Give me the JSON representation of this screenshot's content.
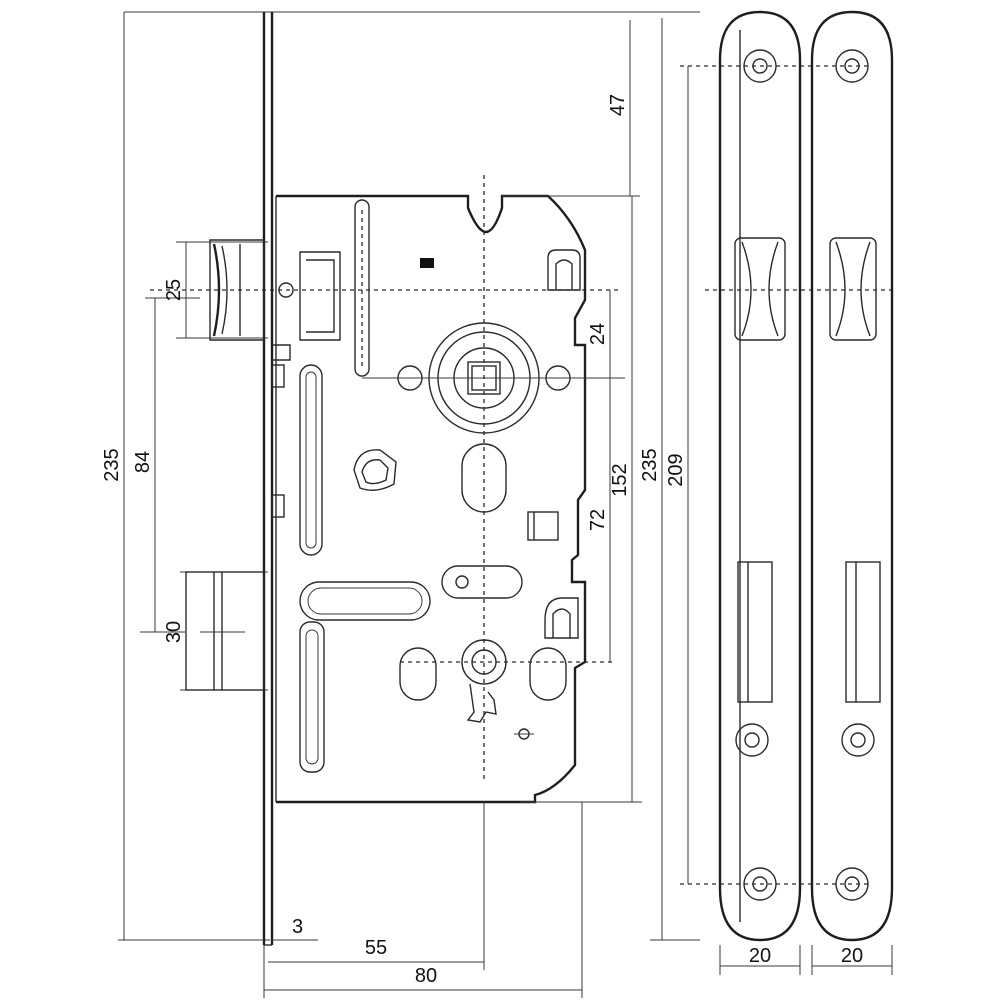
{
  "dimensions": {
    "overall_height_left": "235",
    "handle_to_key": "84",
    "top_offset": "47",
    "latch_height": "25",
    "deadbolt_height": "30",
    "follower_to_edge": "24",
    "follower_to_key": "72",
    "body_height": "152",
    "overall_height_right": "235",
    "fixing_hole_spacing": "209",
    "faceplate_thickness": "3",
    "backset": "55",
    "body_depth": "80",
    "faceplate_width_1": "20",
    "faceplate_width_2": "20"
  }
}
